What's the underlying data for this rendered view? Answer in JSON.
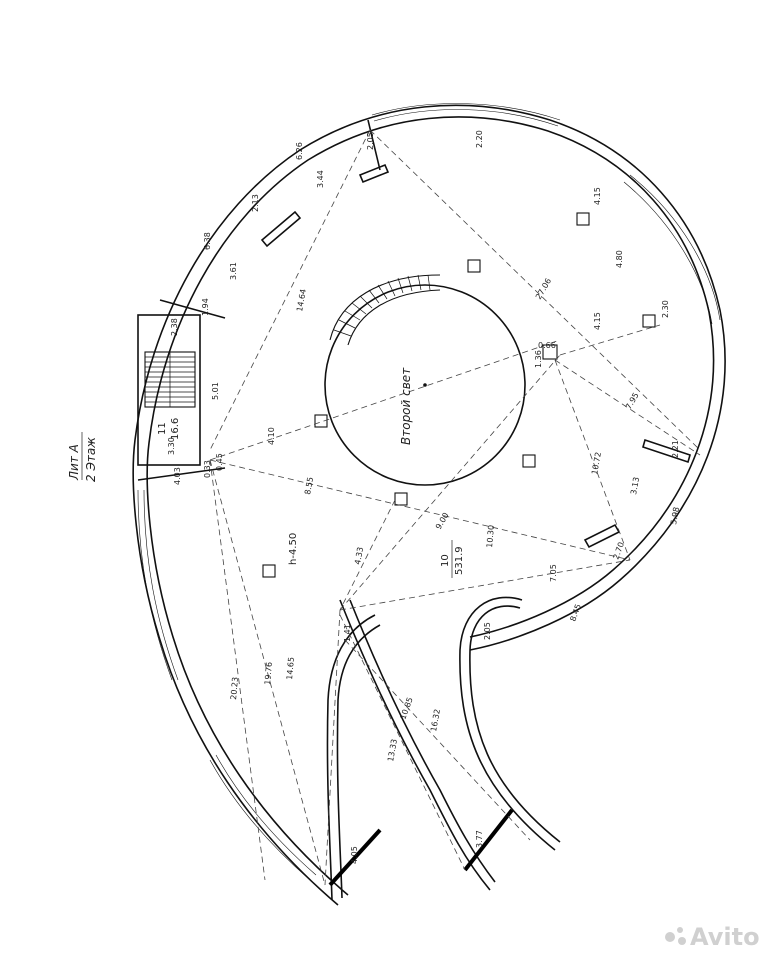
{
  "sheet": {
    "lit": "Лит А",
    "floor": "2 Этаж",
    "center_room": "Второй свет",
    "height": "h-4.50",
    "room_no": "10",
    "room_area": "531.9",
    "stair_no": "11",
    "stair_area": "16.6"
  },
  "dimensions": {
    "d_2_20": "2.20",
    "d_4_15_top": "4.15",
    "d_4_80": "4.80",
    "d_2_30": "2.30",
    "d_4_15": "4.15",
    "d_0_66": "0.66",
    "d_1_36": "1.36",
    "d_27_06": "27.06",
    "d_7_95": "7.95",
    "d_2_21": "2.21",
    "d_10_72": "10.72",
    "d_3_13": "3.13",
    "d_5_98": "5.98",
    "d_2_70": "2.70",
    "d_7_05": "7.05",
    "d_8_45": "8.45",
    "d_2_05_low": "2.05",
    "d_9_00": "9.00",
    "d_10_30": "10.30",
    "d_4_33": "4.33",
    "d_8_55": "8.55",
    "d_4_10": "4.10",
    "d_0_45": "0.45",
    "d_0_33": "0.33",
    "d_4_03": "4.03",
    "d_3_30": "3.30",
    "d_5_01": "5.01",
    "d_2_38": "2.38",
    "d_1_94": "1.94",
    "d_3_61": "3.61",
    "d_6_38": "6.38",
    "d_2_13": "2.13",
    "d_3_44": "3.44",
    "d_6_26": "6.26",
    "d_2_05_top": "2.05",
    "d_14_64": "14.64",
    "d_1_41": "1.41",
    "d_19_76": "19.76",
    "d_14_65": "14.65",
    "d_20_23": "20.23",
    "d_10_85": "10.85",
    "d_16_32": "16.32",
    "d_13_33": "13.33",
    "d_4_05": "4.05",
    "d_3_77": "3.77"
  },
  "watermark": {
    "text": "Avito"
  }
}
